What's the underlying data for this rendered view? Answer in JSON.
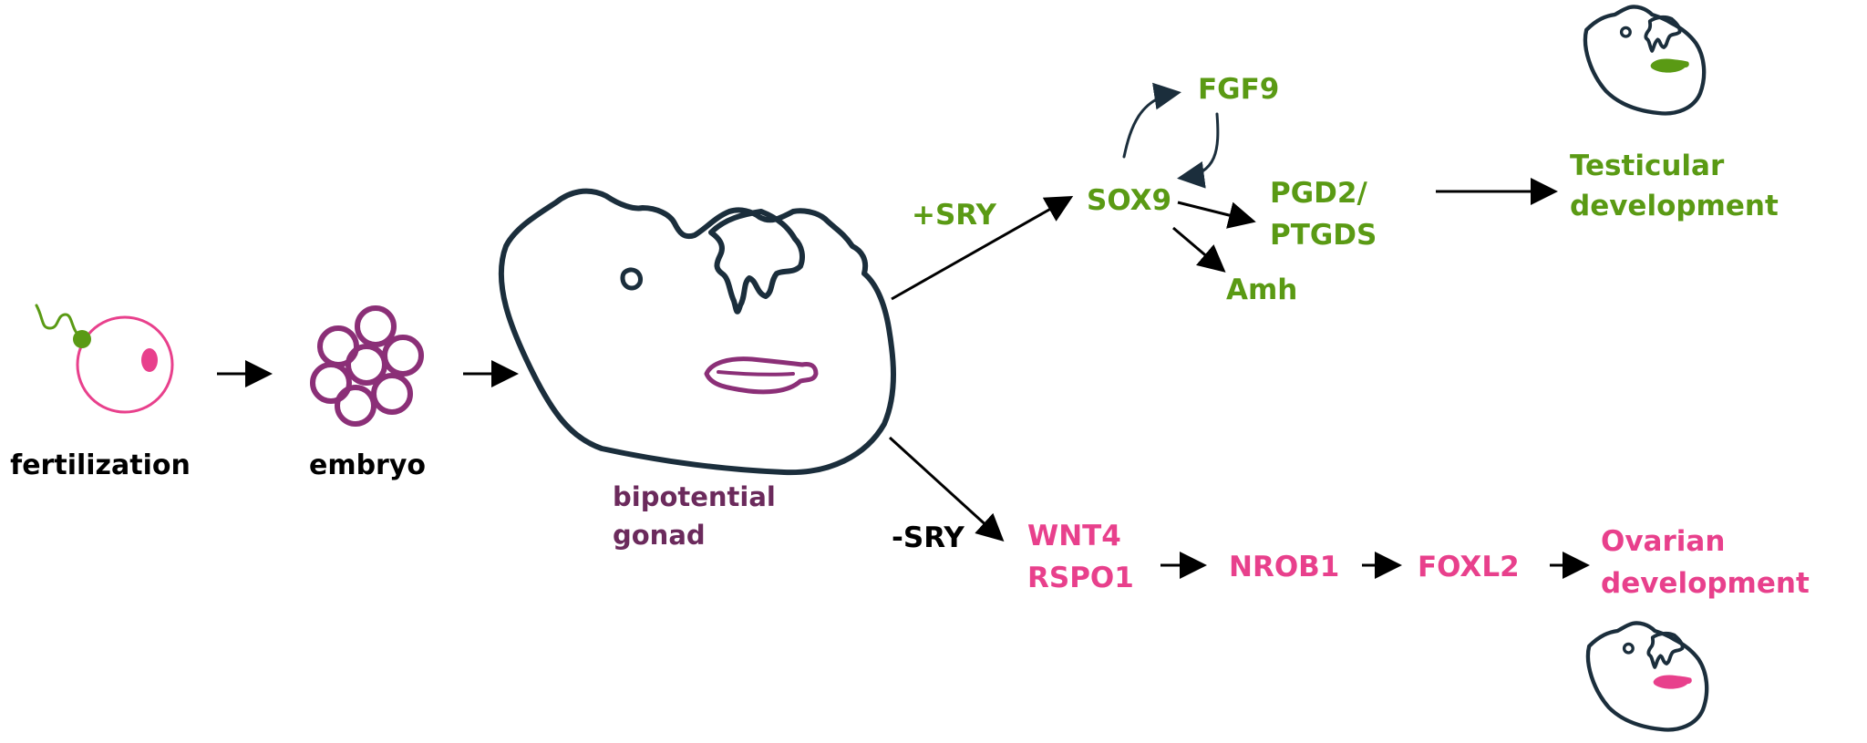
{
  "colors": {
    "green": "#5a9a14",
    "pink": "#e8408c",
    "purple": "#8b2f77",
    "dark": "#1b2e3c",
    "black": "#000000"
  },
  "labels": {
    "fertilization": "fertilization",
    "embryo": "embryo",
    "bipotential_line1": "bipotential",
    "bipotential_line2": "gonad",
    "plus_sry": "+SRY",
    "minus_sry": "-SRY",
    "sox9": "SOX9",
    "fgf9": "FGF9",
    "pgd2_line1": "PGD2/",
    "pgd2_line2": "PTGDS",
    "amh": "Amh",
    "testicular_line1": "Testicular",
    "testicular_line2": "development",
    "wnt4": "WNT4",
    "rspo1": "RSPO1",
    "nrob1": "NROB1",
    "foxl2": "FOXL2",
    "ovarian_line1": "Ovarian",
    "ovarian_line2": "development"
  },
  "icons": [
    "fertilization-egg-icon",
    "sperm-icon",
    "embryo-cells-icon",
    "bipotential-gonad-icon",
    "testis-gonad-icon",
    "ovary-gonad-icon"
  ]
}
